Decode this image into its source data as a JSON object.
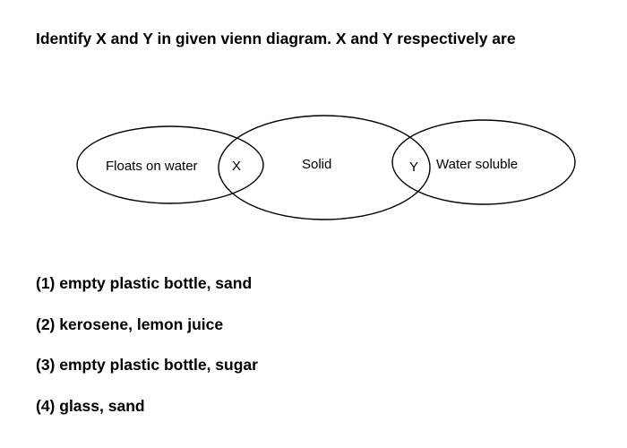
{
  "question": "Identify X and Y in given vienn diagram. X and Y respectively are",
  "diagram": {
    "sets": [
      {
        "id": "left",
        "label": "Floats on water"
      },
      {
        "id": "middle",
        "label": "Solid"
      },
      {
        "id": "right",
        "label": "Water soluble"
      }
    ],
    "intersections": [
      {
        "between": [
          "left",
          "middle"
        ],
        "label": "X"
      },
      {
        "between": [
          "middle",
          "right"
        ],
        "label": "Y"
      }
    ]
  },
  "options": [
    "(1) empty plastic bottle, sand",
    "(2) kerosene, lemon juice",
    "(3) empty plastic bottle, sugar",
    "(4) glass, sand"
  ]
}
